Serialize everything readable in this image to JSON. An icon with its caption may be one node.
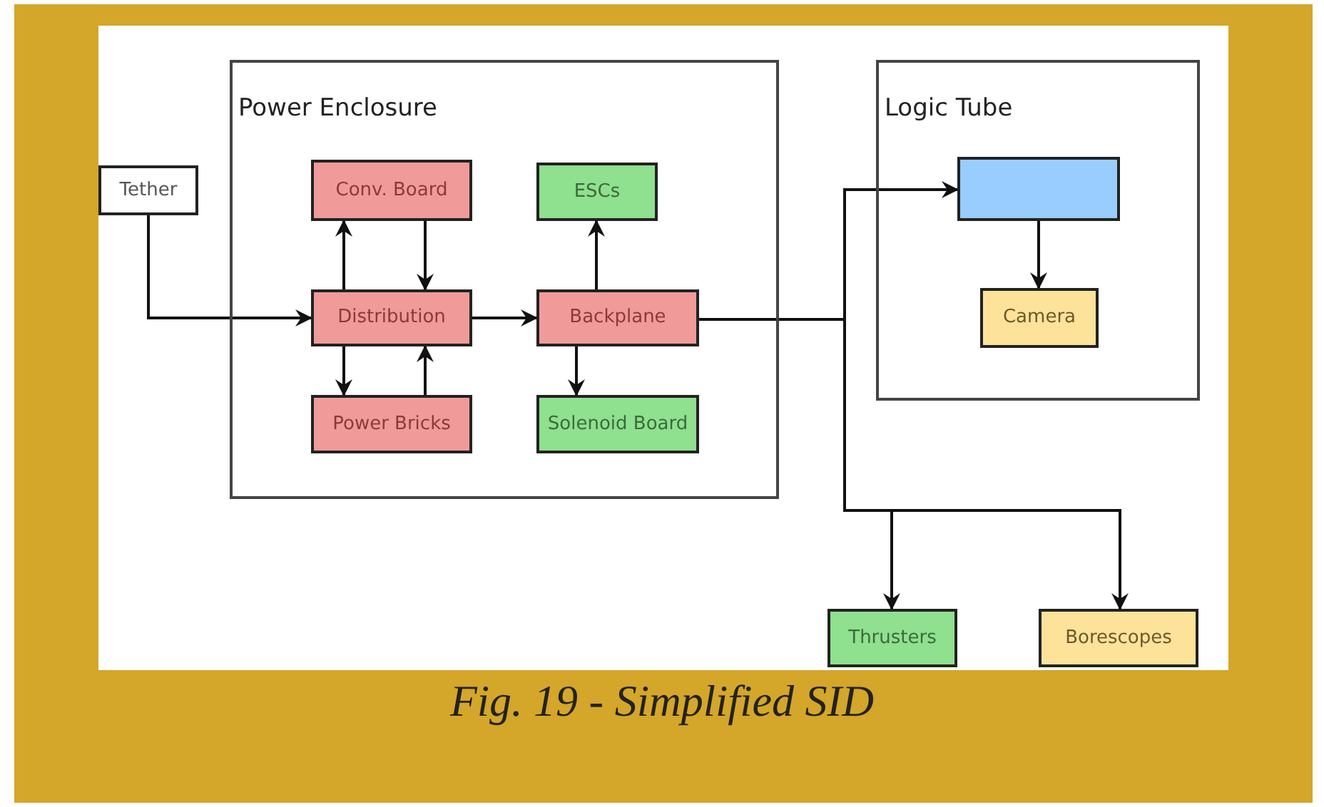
{
  "diagram": {
    "caption": "Fig. 19 - Simplified SID",
    "nodes": [
      {
        "text": [
          "Tether"
        ]
      },
      {
        "text": [
          "Power Enclosure"
        ]
      },
      {
        "text": [
          "Conv. Board"
        ],
        "in": 1
      },
      {
        "text": [
          "ESCs"
        ],
        "in": 1
      },
      {
        "text": [
          "Distribution"
        ],
        "in": 1
      },
      {
        "text": [
          "Backplane"
        ],
        "in": 1
      },
      {
        "text": [
          "Power Bricks"
        ],
        "in": 1
      },
      {
        "text": [
          "Solenoid Board"
        ],
        "in": 1
      },
      {
        "text": [
          "Logic Tube"
        ]
      },
      {
        "text": [],
        "shape": "box",
        "in": 8
      },
      {
        "text": [
          "Camera"
        ],
        "in": 8
      },
      {
        "text": [
          "Thrusters"
        ]
      },
      {
        "text": [
          "Borescopes"
        ]
      }
    ],
    "edges": [
      {
        "from": 0,
        "to": 4,
        "arrow": "to"
      },
      {
        "from": 4,
        "to": 2,
        "arrow": "to"
      },
      {
        "from": 2,
        "to": 4,
        "arrow": "to"
      },
      {
        "from": 4,
        "to": 6,
        "arrow": "to"
      },
      {
        "from": 6,
        "to": 4,
        "arrow": "to"
      },
      {
        "from": 4,
        "to": 5,
        "arrow": "to"
      },
      {
        "from": 5,
        "to": 3,
        "arrow": "to"
      },
      {
        "from": 5,
        "to": 7,
        "arrow": "to"
      },
      {
        "from": 5,
        "to": 9,
        "arrow": "to"
      },
      {
        "from": 5,
        "to": 11,
        "arrow": "to"
      },
      {
        "from": 5,
        "to": 12,
        "arrow": "to"
      },
      {
        "from": 9,
        "to": 10,
        "arrow": "to"
      }
    ]
  }
}
